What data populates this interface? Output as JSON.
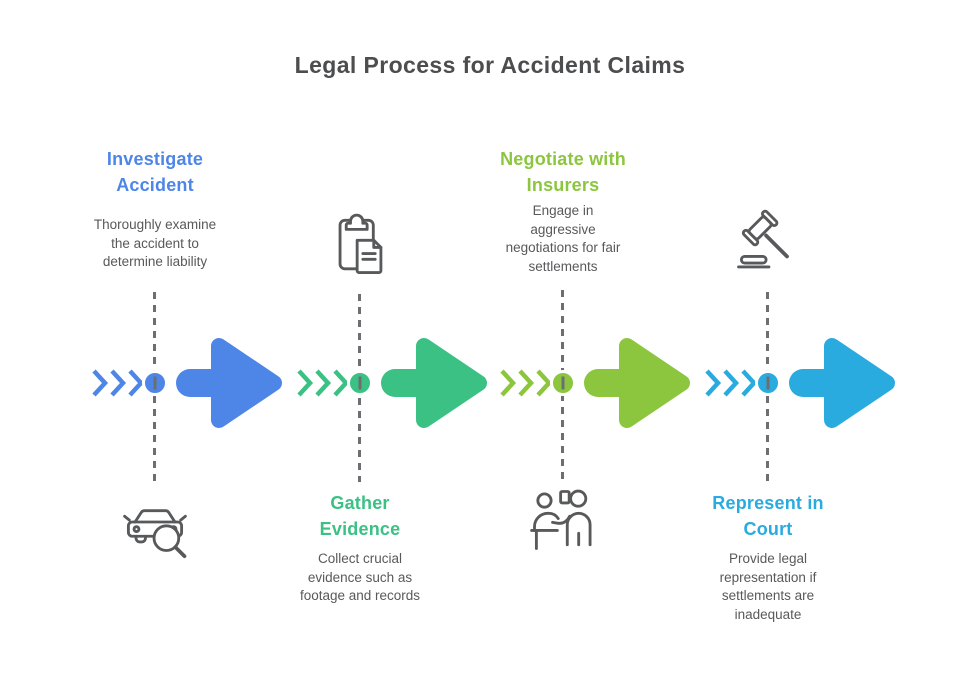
{
  "title": "Legal Process for Accident Claims",
  "colors": {
    "title_text": "#4c4d4f",
    "description_text": "#58595b",
    "icon_stroke": "#58595b",
    "dashed_line": "#6d6e71",
    "step_blue": "#4e86e8",
    "step_green": "#3ac183",
    "step_lime": "#8cc63e",
    "step_cyan": "#29abe0"
  },
  "steps": [
    {
      "title": "Investigate\nAccident",
      "description": "Thoroughly examine\nthe accident to\ndetermine liability",
      "color": "#4e86e8",
      "icon": "car-search-icon",
      "text_position": "top"
    },
    {
      "title": "Gather\nEvidence",
      "description": "Collect crucial\nevidence such as\nfootage and records",
      "color": "#3ac183",
      "icon": "clipboard-icon",
      "text_position": "bottom"
    },
    {
      "title": "Negotiate with\nInsurers",
      "description": "Engage in\naggressive\nnegotiations for fair\nsettlements",
      "color": "#8cc63e",
      "icon": "negotiation-icon",
      "text_position": "top"
    },
    {
      "title": "Represent in\nCourt",
      "description": "Provide legal\nrepresentation if\nsettlements are\ninadequate",
      "color": "#29abe0",
      "icon": "gavel-icon",
      "text_position": "bottom"
    }
  ]
}
